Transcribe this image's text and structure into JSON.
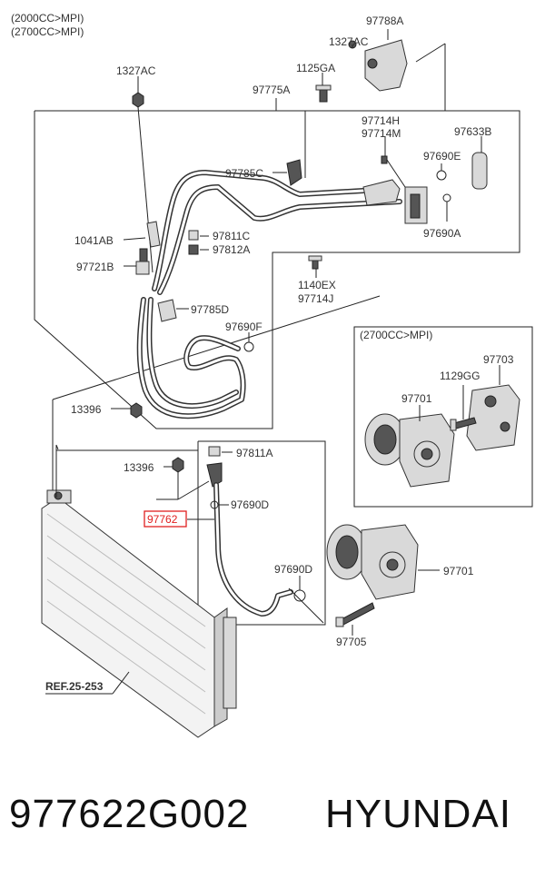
{
  "header": {
    "variant_1": "(2000CC>MPI)",
    "variant_2": "(2700CC>MPI)"
  },
  "inset": {
    "title": "(2700CC>MPI)"
  },
  "labels": {
    "p97788A": "97788A",
    "p1327AC_top": "1327AC",
    "p1125GA": "1125GA",
    "p1327AC_left": "1327AC",
    "p97775A": "97775A",
    "p97714H": "97714H",
    "p97714M": "97714M",
    "p97633B": "97633B",
    "p97690E": "97690E",
    "p97785C": "97785C",
    "p97690A": "97690A",
    "p1041AB": "1041AB",
    "p97811C": "97811C",
    "p97812A": "97812A",
    "p97721B": "97721B",
    "p1140EX": "1140EX",
    "p97714J": "97714J",
    "p97785D": "97785D",
    "p97690F": "97690F",
    "p97703": "97703",
    "p1129GG": "1129GG",
    "p97701_inset": "97701",
    "p13396_a": "13396",
    "p97811A": "97811A",
    "p13396_b": "13396",
    "p97690D_a": "97690D",
    "p97762": "97762",
    "p97690D_b": "97690D",
    "p97701": "97701",
    "p97705": "97705",
    "ref": "REF.25-253"
  },
  "footer": {
    "part_number": "977622G002",
    "brand": "HYUNDAI"
  },
  "colors": {
    "highlight": "#e02020",
    "ink": "#222222"
  }
}
